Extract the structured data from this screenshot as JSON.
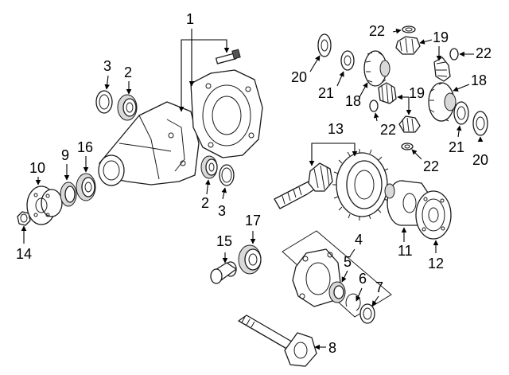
{
  "callouts": {
    "c1": "1",
    "c2a": "2",
    "c2b": "2",
    "c3a": "3",
    "c3b": "3",
    "c4": "4",
    "c5": "5",
    "c6": "6",
    "c7": "7",
    "c8": "8",
    "c9": "9",
    "c10": "10",
    "c11": "11",
    "c12": "12",
    "c13": "13",
    "c14": "14",
    "c15": "15",
    "c16": "16",
    "c17": "17",
    "c18a": "18",
    "c18b": "18",
    "c19a": "19",
    "c19b": "19",
    "c20a": "20",
    "c20b": "20",
    "c21a": "21",
    "c21b": "21",
    "c22a": "22",
    "c22b": "22",
    "c22c": "22",
    "c22d": "22"
  }
}
